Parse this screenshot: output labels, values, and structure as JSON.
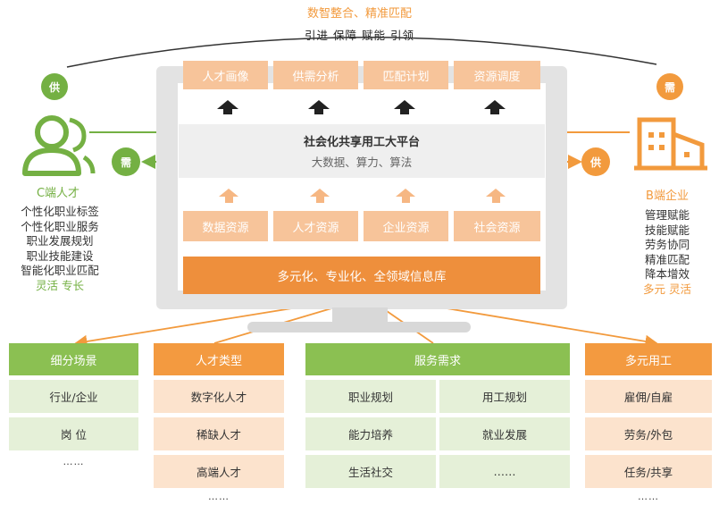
{
  "header": {
    "title": "数智整合、精准匹配",
    "subtitle": "引进 保障 赋能 引领"
  },
  "top_modules": [
    "人才画像",
    "供需分析",
    "匹配计划",
    "资源调度"
  ],
  "platform": {
    "title": "社会化共享用工大平台",
    "subtitle": "大数据、算力、算法"
  },
  "resources": [
    "数据资源",
    "人才资源",
    "企业资源",
    "社会资源"
  ],
  "database": "多元化、专业化、全领域信息库",
  "left": {
    "badge_top": "供",
    "badge_arrow": "需",
    "title": "C端人才",
    "items": [
      "个性化职业标签",
      "个性化职业服务",
      "职业发展规划",
      "职业技能建设",
      "智能化职业匹配"
    ],
    "highlight": "灵活 专长"
  },
  "right": {
    "badge_top": "需",
    "badge_arrow": "供",
    "title": "B端企业",
    "items": [
      "管理赋能",
      "技能赋能",
      "劳务协同",
      "精准匹配",
      "降本增效"
    ],
    "highlight": "多元 灵活"
  },
  "bottom": {
    "scenes": {
      "header": "细分场景",
      "items": [
        "行业/企业",
        "岗 位"
      ],
      "more": "……"
    },
    "talent_types": {
      "header": "人才类型",
      "items": [
        "数字化人才",
        "稀缺人才",
        "高端人才"
      ],
      "more": "……"
    },
    "service_needs": {
      "header": "服务需求",
      "items": [
        "职业规划",
        "用工规划",
        "能力培养",
        "就业发展",
        "生活社交",
        "……"
      ]
    },
    "employment": {
      "header": "多元用工",
      "items": [
        "雇佣/自雇",
        "劳务/外包",
        "任务/共享"
      ],
      "more": "……"
    }
  },
  "colors": {
    "green": "#74b043",
    "orange": "#f29a3d",
    "light_orange": "#f7c49a"
  }
}
